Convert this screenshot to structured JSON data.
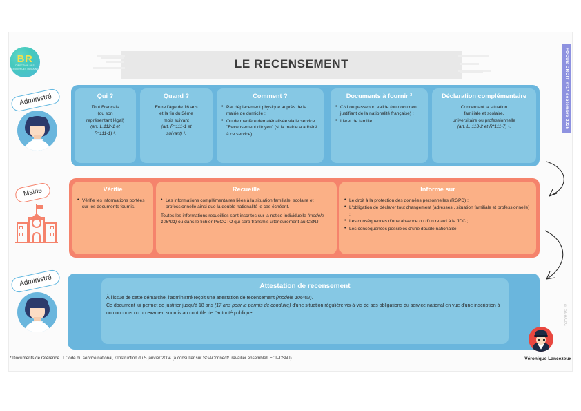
{
  "meta": {
    "side_tab": "FOCUS DROIT n°17 septembre 2025",
    "side_credit": "© SGA/CdC"
  },
  "logo": {
    "main": "BR",
    "sub": "DIRECTION DES RESSOURCES HUMAINES"
  },
  "header": {
    "title": "LE RECENSEMENT"
  },
  "actors": {
    "administre": "Administré",
    "mairie": "Mairie",
    "administre2": "Administré"
  },
  "row_administre": {
    "cards": [
      {
        "title": "Qui ?",
        "lines": [
          "Tout Français",
          "(ou son",
          "représentant légal)"
        ],
        "italic_lines": [
          "(art. L.112-1 et",
          "R*111-1) ¹."
        ]
      },
      {
        "title": "Quand ?",
        "lines": [
          "Entre l'âge de 16 ans",
          "et la fin du 3ème",
          "mois suivant"
        ],
        "italic_lines": [
          "(art. R*111-1 et",
          "suivant) ¹."
        ]
      },
      {
        "title": "Comment ?",
        "bullets": [
          "Par déplacement physique auprès de la mairie de domicile ;",
          "Ou de manière dématérialisée via le service \"Recensement citoyen\" (si la mairie a adhéré à ce service)."
        ]
      },
      {
        "title": "Documents à fournir ²",
        "bullets": [
          "CNI ou passeport valide (ou document justifiant de la nationalité française) ;",
          "Livret de famille."
        ]
      },
      {
        "title": "Déclaration complémentaire",
        "lines": [
          "Concernant la situation",
          "familiale et scolaire,",
          "universitaire ou professionnelle"
        ],
        "italic_lines": [
          "(art. L. 113-2 et R*111-7) ¹."
        ]
      }
    ]
  },
  "row_mairie": {
    "cards": [
      {
        "title": "Vérifie",
        "bullets": [
          "Vérifie les informations portées sur les documents fournis."
        ]
      },
      {
        "title": "Recueille",
        "bullets": [
          "Les informations complémentaires liées à la situation familiale, scolaire et professionnelle ainsi que la double nationalité le cas échéant."
        ],
        "note_pre": "Toutes les informations recueillies sont inscrites sur la notice individuelle ",
        "note_it": "(modèle 105*01)",
        "note_post": " ou dans le fichier PECOTO qui sera transmis ultérieurement au CSNJ."
      },
      {
        "title": "Informe sur",
        "bullets": [
          "Le droit à la protection des données personnelles (RGPD) ;",
          "L'obligation de déclarer tout changement (adresses , situation familiale et professionnelle) ;",
          "Les conséquences d'une absence ou d'un retard à la JDC ;",
          "Les conséquences possibles d'une double nationalité."
        ]
      }
    ]
  },
  "attestation": {
    "title": "Attestation de recensement",
    "para1_pre": "À l'issue de cette démarche, l'administré reçoit une attestation de recensement ",
    "para1_it": "(modèle 106*02)",
    "para1_post": ".",
    "para2_pre": "Ce document lui permet de justifier jusqu'à 18 ans ",
    "para2_it": "(17 ans pour le permis de conduire)",
    "para2_post": " d'une situation régulière vis-à-vis de ses obligations du service national en vue d'une inscription à un concours ou un examen soumis au contrôle de l'autorité publique."
  },
  "footer": {
    "note": "* Documents de référence : ¹ Code du service national, ² Instruction du 5 janvier 2004 (à consulter sur SGAConnect/Travailler ensemble/LECI–DSNJ)",
    "author": "Véronique Lancezeux"
  },
  "colors": {
    "blue_band": "#6ab6dd",
    "blue_card": "#86c8e4",
    "coral_band": "#f5836c",
    "coral_card": "#fbb086",
    "banner_gray": "#e8e8e8",
    "side_tab": "#8e92e0"
  }
}
